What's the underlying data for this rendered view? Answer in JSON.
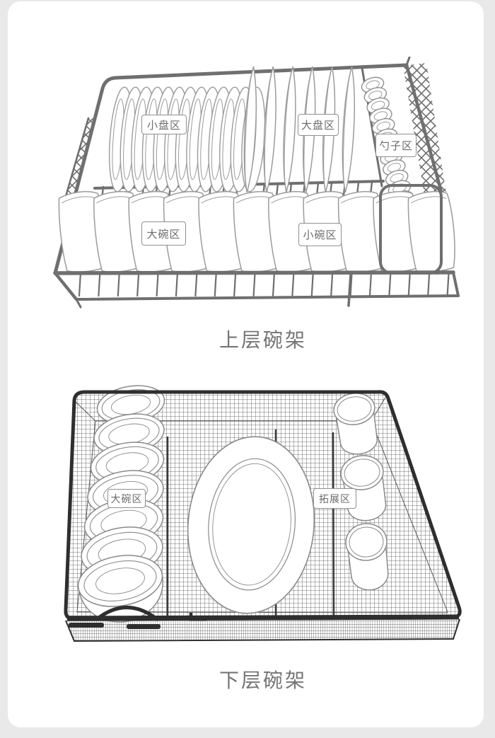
{
  "page": {
    "background_color": "#e9e9e9",
    "card_background_color": "#ffffff"
  },
  "upper_rack": {
    "caption": "上层碗架",
    "zones": [
      {
        "id": "small-plate-zone",
        "label": "小盘区"
      },
      {
        "id": "large-plate-zone",
        "label": "大盘区"
      },
      {
        "id": "spoon-zone",
        "label": "勺子区"
      },
      {
        "id": "large-bowl-zone",
        "label": "大碗区"
      },
      {
        "id": "small-bowl-zone",
        "label": "小碗区"
      }
    ]
  },
  "lower_rack": {
    "caption": "下层碗架",
    "zones": [
      {
        "id": "large-bowl-zone",
        "label": "大碗区"
      },
      {
        "id": "expansion-zone",
        "label": "拓展区"
      }
    ]
  },
  "colors": {
    "upper_wire": "#6f6f6f",
    "dish_outline": "#9b9b9b",
    "basket_wire": "#2e2e2e",
    "label_border": "#909090",
    "label_text": "#6b6b6b",
    "caption_text": "#757575"
  }
}
